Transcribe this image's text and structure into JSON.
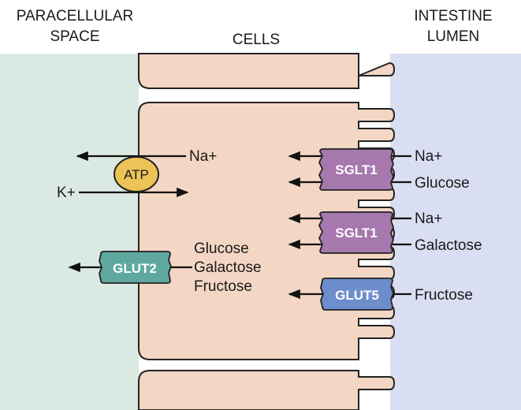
{
  "headers": {
    "paracellular": [
      "PARACELLULAR",
      "SPACE"
    ],
    "cells": "CELLS",
    "lumen": [
      "INTESTINE",
      "LUMEN"
    ]
  },
  "pump": {
    "atp": "ATP",
    "na_label": "Na+",
    "k_label": "K+"
  },
  "transporters": {
    "sglt1_glucose": {
      "name": "SGLT1",
      "substrates": [
        "Na+",
        "Glucose"
      ]
    },
    "sglt1_galactose": {
      "name": "SGLT1",
      "substrates": [
        "Na+",
        "Galactose"
      ]
    },
    "glut5": {
      "name": "GLUT5",
      "substrates": [
        "Fructose"
      ]
    },
    "glut2": {
      "name": "GLUT2"
    }
  },
  "cell_sugars": [
    "Glucose",
    "Galactose",
    "Fructose"
  ],
  "colors": {
    "paracellular_bg": "#dbe9e3",
    "lumen_bg": "#d9def2",
    "cell_fill": "#f3d6c3",
    "cell_stroke": "#222222",
    "sglt1": "#a678ae",
    "glut5": "#6d8ecc",
    "glut2": "#5fa8a0",
    "atp": "#ecc356"
  }
}
